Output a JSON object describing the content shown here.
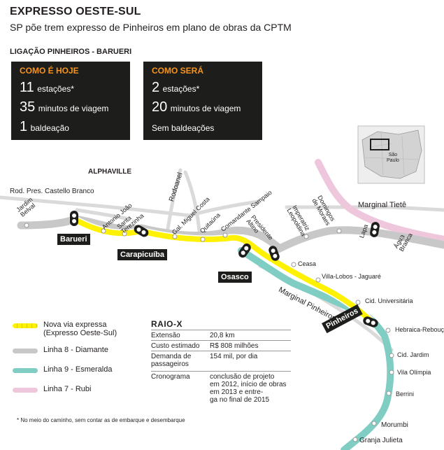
{
  "header": {
    "title": "EXPRESSO OESTE-SUL",
    "subtitle": "SP põe trem expresso de Pinheiros em plano de obras da CPTM",
    "section": "LIGAÇÃO PINHEIROS - BARUERI"
  },
  "today_box": {
    "heading": "COMO É HOJE",
    "stations_num": "11",
    "stations_label": "estações*",
    "minutes_num": "35",
    "minutes_label": "minutos de viagem",
    "transfers_num": "1",
    "transfers_label": "baldeação"
  },
  "future_box": {
    "heading": "COMO SERÁ",
    "stations_num": "2",
    "stations_label": "estações*",
    "minutes_num": "20",
    "minutes_label": "minutos de viagem",
    "transfers_text": "Sem baldeações"
  },
  "inset": {
    "label": "São\nPaulo"
  },
  "map_labels": {
    "alphaville": "ALPHAVILLE",
    "castello": "Rod. Pres. Castello Branco",
    "rodoanel": "Rodoanel",
    "marginal_tiete": "Marginal Tietê",
    "marginal_pinheiros": "Marginal Pinheiros",
    "jardim_belval": "Jardim\nBelval",
    "antonio_joao": "Antonio João",
    "santa_terezinha": "Santa\nTerezinha",
    "gal_miguel_costa": "Gal. Miguel Costa",
    "quitauna": "Quitaúna",
    "comandante_sampaio": "Comandante Sampaio",
    "presidente_altino": "Presidente\nAltino",
    "imperatriz_leopoldina": "Imperatriz\nLeopoldina",
    "domingos_de_moraes": "Domingos\nde Moraes",
    "lapa": "Lapa",
    "agua_branca": "Água\nBranca",
    "ceasa": "Ceasa",
    "villa_lobos": "Villa-Lobos - Jaguaré",
    "cid_universitaria": "Cid. Universitária",
    "hebraica": "Hebraica-Rebouças",
    "cid_jardim": "Cid. Jardim",
    "vila_olimpia": "Vila Olímpia",
    "berrini": "Berrini",
    "morumbi": "Morumbi",
    "granja_julieta": "Granja Julieta"
  },
  "station_tags": {
    "barueri": "Barueri",
    "carapicuiba": "Carapicuíba",
    "osasco": "Osasco",
    "pinheiros": "Pinheiros"
  },
  "legend": [
    {
      "label": "Nova via expressa\n(Expresso Oeste-Sul)",
      "color": "#fff200",
      "style": "dashed"
    },
    {
      "label": "Linha 8 - Diamante",
      "color": "#c8c8c8",
      "style": "solid"
    },
    {
      "label": "Linha 9 - Esmeralda",
      "color": "#7fcdc3",
      "style": "solid"
    },
    {
      "label": "Linha 7 - Rubi",
      "color": "#efc7dc",
      "style": "solid"
    }
  ],
  "raio_x": {
    "title": "RAIO-X",
    "rows": [
      {
        "key": "Extensão",
        "value": "20,8 km"
      },
      {
        "key": "Custo estimado",
        "value": "R$ 808 milhões"
      },
      {
        "key": "Demanda de\npassageiros",
        "value": "154 mil, por dia"
      },
      {
        "key": "Cronograma",
        "value": "conclusão de projeto\nem 2012, início de obras\nem 2013 e entre-\nga no final de 2015"
      }
    ]
  },
  "footnote": "* No meio do caminho, sem contar as de embarque e desembarque",
  "colors": {
    "express": "#fff200",
    "linha8": "#c8c8c8",
    "linha9": "#7fcdc3",
    "linha7": "#efc7dc",
    "roads": "#d9d9d9",
    "box": "#1d1d1b",
    "accent": "#f7941d"
  }
}
